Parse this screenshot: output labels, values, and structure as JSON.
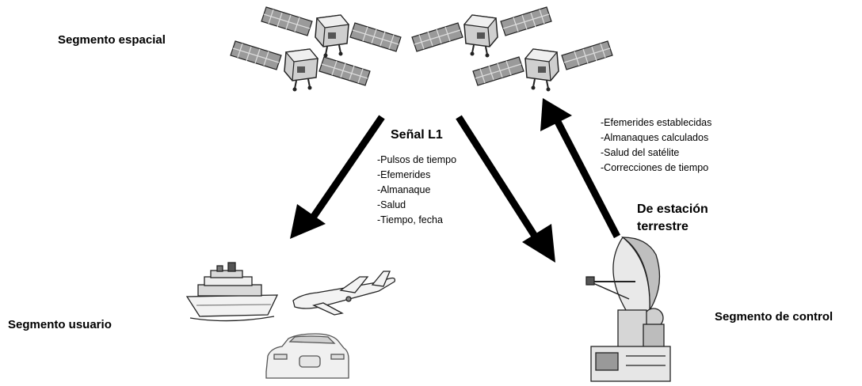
{
  "labels": {
    "space_segment": "Segmento espacial",
    "user_segment": "Segmento usuario",
    "control_segment": "Segmento de control"
  },
  "signal": {
    "title": "Señal L1",
    "items": [
      "-Pulsos de tiempo",
      "-Efemerides",
      "-Almanaque",
      "-Salud",
      "-Tiempo, fecha"
    ]
  },
  "uplink": {
    "title_line1": "De estación",
    "title_line2": "terrestre",
    "items": [
      "-Efemerides establecidas",
      "-Almanaques calculados",
      "-Salud del satélite",
      "-Correcciones de tiempo"
    ]
  },
  "icons": [
    "satellite-icon",
    "ship-icon",
    "airplane-icon",
    "car-icon",
    "ground-antenna-icon"
  ],
  "colors": {
    "arrow": "#000000",
    "text": "#000000",
    "illustration_fill": "#d9d9d9"
  }
}
